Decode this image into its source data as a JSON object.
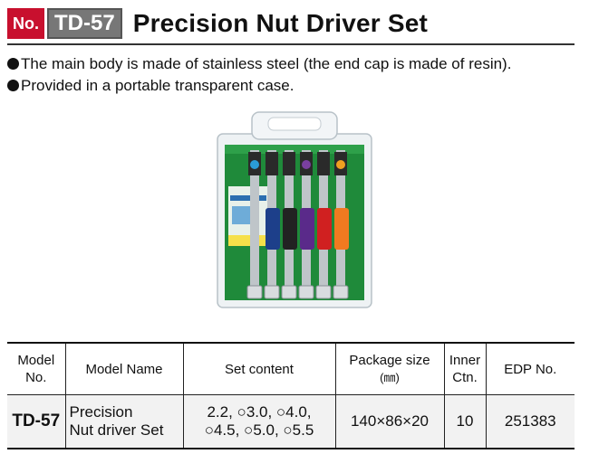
{
  "header": {
    "no_label": "No.",
    "code": "TD-57",
    "title": "Precision Nut Driver Set"
  },
  "features": [
    "The main body is made of stainless steel (the end cap is made of resin).",
    "Provided in a portable transparent case."
  ],
  "table": {
    "headers": {
      "model_no_line1": "Model",
      "model_no_line2": "No.",
      "model_name": "Model Name",
      "set_content": "Set content",
      "package_line1": "Package size",
      "package_unit": "(㎜)",
      "inner_line1": "Inner",
      "inner_line2": "Ctn.",
      "edp": "EDP No."
    },
    "row": {
      "model_no": "TD-57",
      "model_name_line1": "Precision",
      "model_name_line2": "Nut driver Set",
      "set_line1": "2.2, ○3.0, ○4.0,",
      "set_line2": "○4.5, ○5.0, ○5.5",
      "package": "140×86×20",
      "inner": "10",
      "edp": "251383"
    }
  },
  "colors": {
    "accent": "#c8102e",
    "code_badge": "#777777",
    "case_green": "#1f8a3a"
  }
}
